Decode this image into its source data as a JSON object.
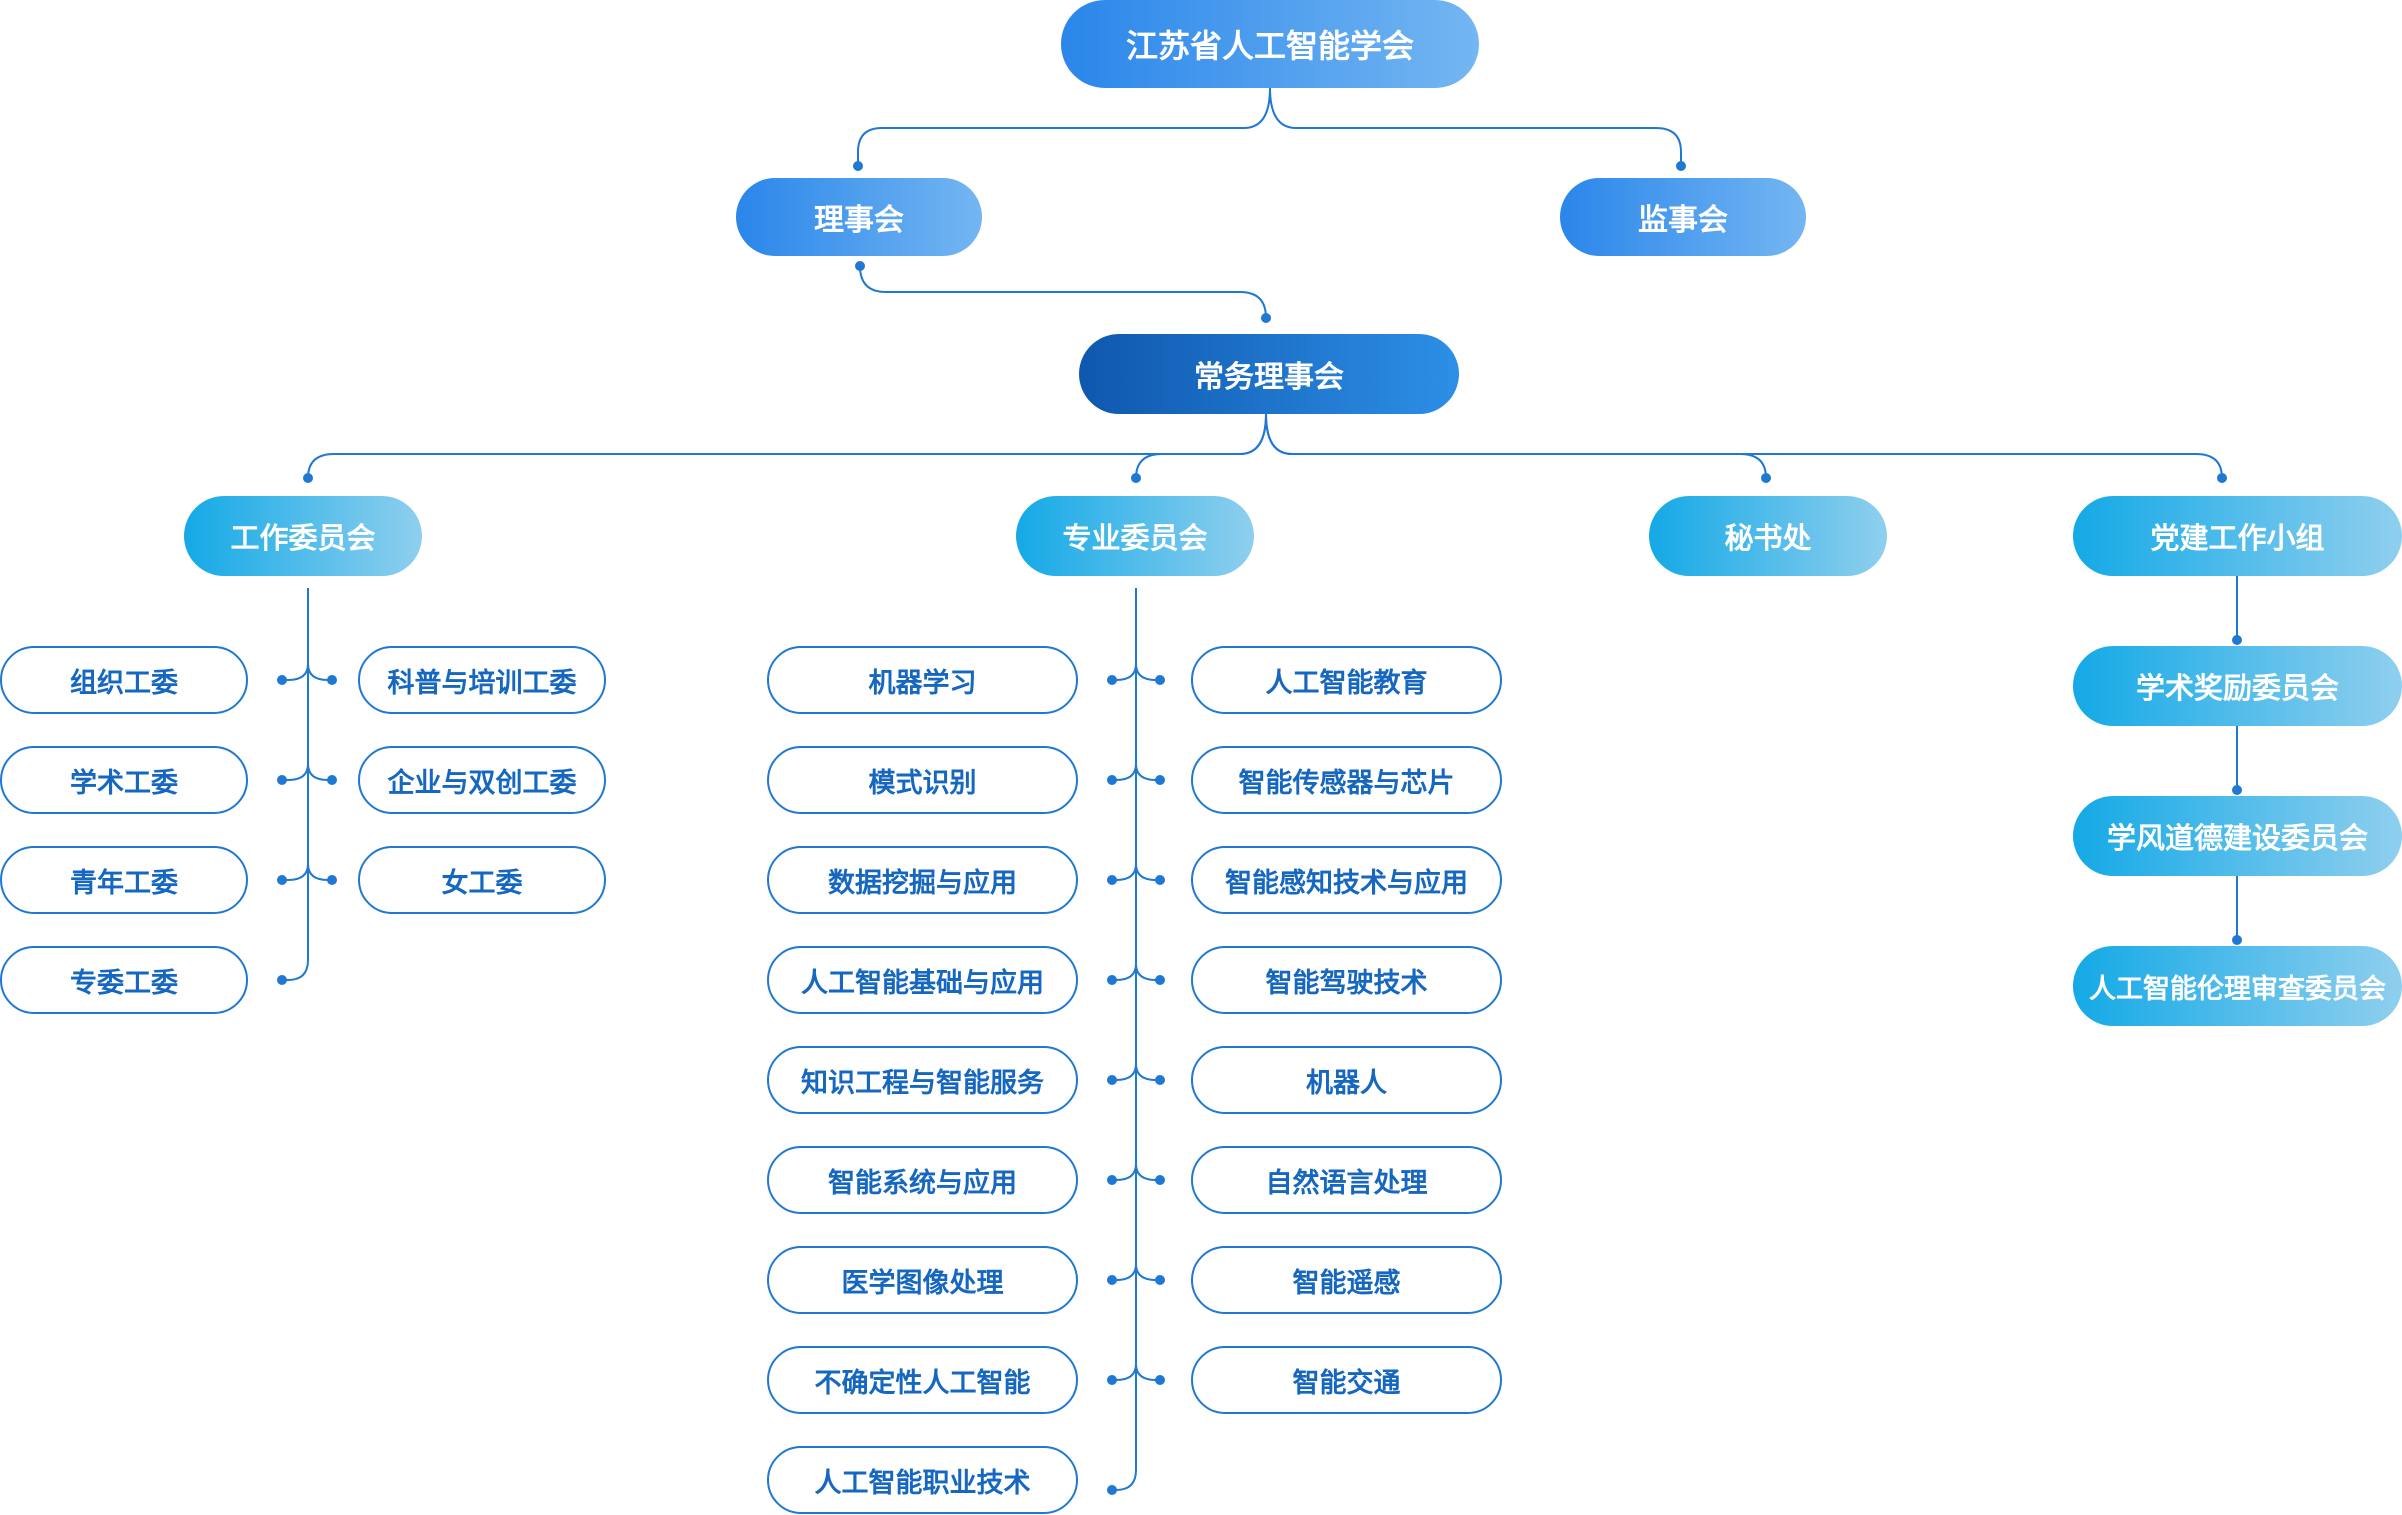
{
  "root": {
    "label": "江苏省人工智能学会"
  },
  "board": {
    "label": "理事会"
  },
  "supervisory": {
    "label": "监事会"
  },
  "standing": {
    "label": "常务理事会"
  },
  "work_committee": {
    "label": "工作委员会",
    "left": [
      "组织工委",
      "学术工委",
      "青年工委",
      "专委工委"
    ],
    "right": [
      "科普与培训工委",
      "企业与双创工委",
      "女工委"
    ]
  },
  "special_committee": {
    "label": "专业委员会",
    "left": [
      "机器学习",
      "模式识别",
      "数据挖掘与应用",
      "人工智能基础与应用",
      "知识工程与智能服务",
      "智能系统与应用",
      "医学图像处理",
      "不确定性人工智能",
      "人工智能职业技术"
    ],
    "right": [
      "人工智能教育",
      "智能传感器与芯片",
      "智能感知技术与应用",
      "智能驾驶技术",
      "机器人",
      "自然语言处理",
      "智能遥感",
      "智能交通"
    ]
  },
  "secretariat": {
    "label": "秘书处"
  },
  "party_group": {
    "label": "党建工作小组",
    "children": [
      "学术奖励委员会",
      "学风道德建设委员会",
      "人工智能伦理审查委员会"
    ]
  },
  "colors": {
    "line": "#1f78d1",
    "primary": "#2a86ea",
    "secondary": "#14a9e6",
    "dark": "#0f57ae",
    "text_outline": "#1667c0"
  }
}
